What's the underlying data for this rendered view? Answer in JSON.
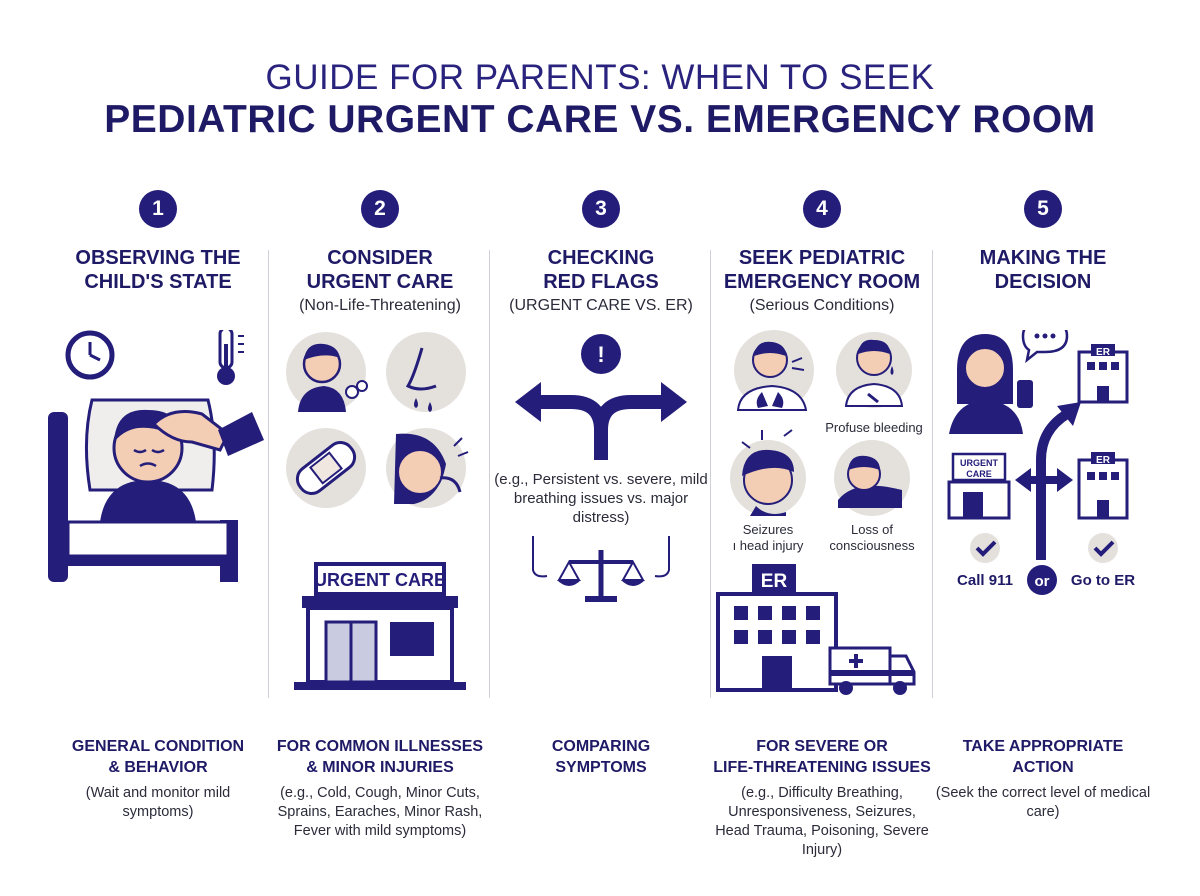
{
  "title": {
    "line1": "GUIDE FOR PARENTS: WHEN TO SEEK",
    "line2": "PEDIATRIC URGENT CARE VS. EMERGENCY ROOM"
  },
  "steps": [
    {
      "number": "1",
      "heading": [
        "OBSERVING THE",
        "CHILD'S STATE"
      ],
      "subheading": "",
      "caption": [
        "GENERAL CONDITION",
        "& BEHAVIOR"
      ],
      "note": "(Wait and monitor mild symptoms)"
    },
    {
      "number": "2",
      "heading": [
        "CONSIDER",
        "URGENT CARE"
      ],
      "subheading": "(Non-Life-Threatening)",
      "sign": "URGENT CARE",
      "caption": [
        "FOR COMMON ILLNESSES",
        "& MINOR INJURIES"
      ],
      "note": "(e.g., Cold, Cough, Minor Cuts, Sprains, Earaches, Minor Rash, Fever with mild symptoms)"
    },
    {
      "number": "3",
      "heading": [
        "CHECKING",
        "RED FLAGS"
      ],
      "subheading": "(URGENT CARE VS. ER)",
      "alert": "!",
      "example": "(e.g., Persistent vs. severe, mild breathing issues vs. major distress)",
      "caption": [
        "COMPARING",
        "SYMPTOMS"
      ],
      "note": ""
    },
    {
      "number": "4",
      "heading": [
        "SEEK PEDIATRIC",
        "EMERGENCY ROOM"
      ],
      "subheading": "(Serious Conditions)",
      "labels": {
        "bleeding": "Profuse bleeding",
        "seizures_1": "Seizures",
        "seizures_2": "ı head injury",
        "loss_1": "Loss of",
        "loss_2": "consciousness"
      },
      "sign": "ER",
      "caption": [
        "FOR SEVERE OR",
        "LIFE-THREATENING ISSUES"
      ],
      "note": "(e.g., Difficulty Breathing, Unresponsiveness, Seizures, Head Trauma, Poisoning, Severe Injury)"
    },
    {
      "number": "5",
      "heading": [
        "MAKING THE",
        "DECISION"
      ],
      "subheading": "",
      "labels": {
        "urgent_1": "URGENT",
        "urgent_2": "CARE",
        "er": "ER",
        "call": "Call 911",
        "or": "or",
        "go": "Go to ER"
      },
      "caption": [
        "TAKE APPROPRIATE",
        "ACTION"
      ],
      "note": "(Seek the correct level of medical care)"
    }
  ],
  "colors": {
    "navy": "#241d7a",
    "light_gray": "#e4e1dd",
    "skin": "#f3cdb4"
  }
}
